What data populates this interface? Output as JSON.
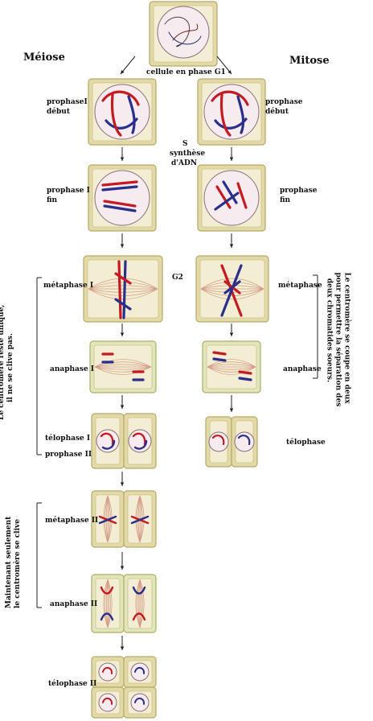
{
  "titles": {
    "meiose": "Méiose",
    "mitose": "Mitose",
    "g1": "cellule en phase G1"
  },
  "phases": {
    "s": "S",
    "s_line2": "synthèse",
    "s_line3": "d'ADN",
    "g2": "G2"
  },
  "meiose_labels": {
    "prophase1_debut_a": "prophaseI",
    "prophase1_debut_b": "début",
    "prophase1_fin_a": "prophase I",
    "prophase1_fin_b": "fin",
    "metaphase1": "métaphase I",
    "anaphase1": "anaphase I",
    "telophase1": "télophase I",
    "prophase2": "prophase II",
    "metaphase2": "métaphase II",
    "anaphase2": "anaphase II",
    "telophase2": "télophase II"
  },
  "mitose_labels": {
    "prophase_debut_a": "prophase",
    "prophase_debut_b": "début",
    "prophase_fin_a": "prophase",
    "prophase_fin_b": "fin",
    "metaphase": "métaphase",
    "anaphase": "anaphase",
    "telophase": "télophase"
  },
  "notes": {
    "meiose1_a": "Le centromère reste unique,",
    "meiose1_b": "il ne se clive pas.",
    "meiose2_a": "Maintenant seulement",
    "meiose2_b": "le centromère se clive",
    "mitose_a": "Le centromère se coupe en deux",
    "mitose_b": "pour permettre la séparation des",
    "mitose_c": "deux chromatides soeurs."
  },
  "colors": {
    "cell_wall": "#e2d9a6",
    "cell_border": "#b5ab6c",
    "cytoplasm": "#f3edd3",
    "nucleus": "#f6ecef",
    "spindle": "#d49a86",
    "chrom_red": "#c41a22",
    "chrom_blue": "#2a2f8c",
    "anaphase_wall": "#dfe6b9"
  }
}
